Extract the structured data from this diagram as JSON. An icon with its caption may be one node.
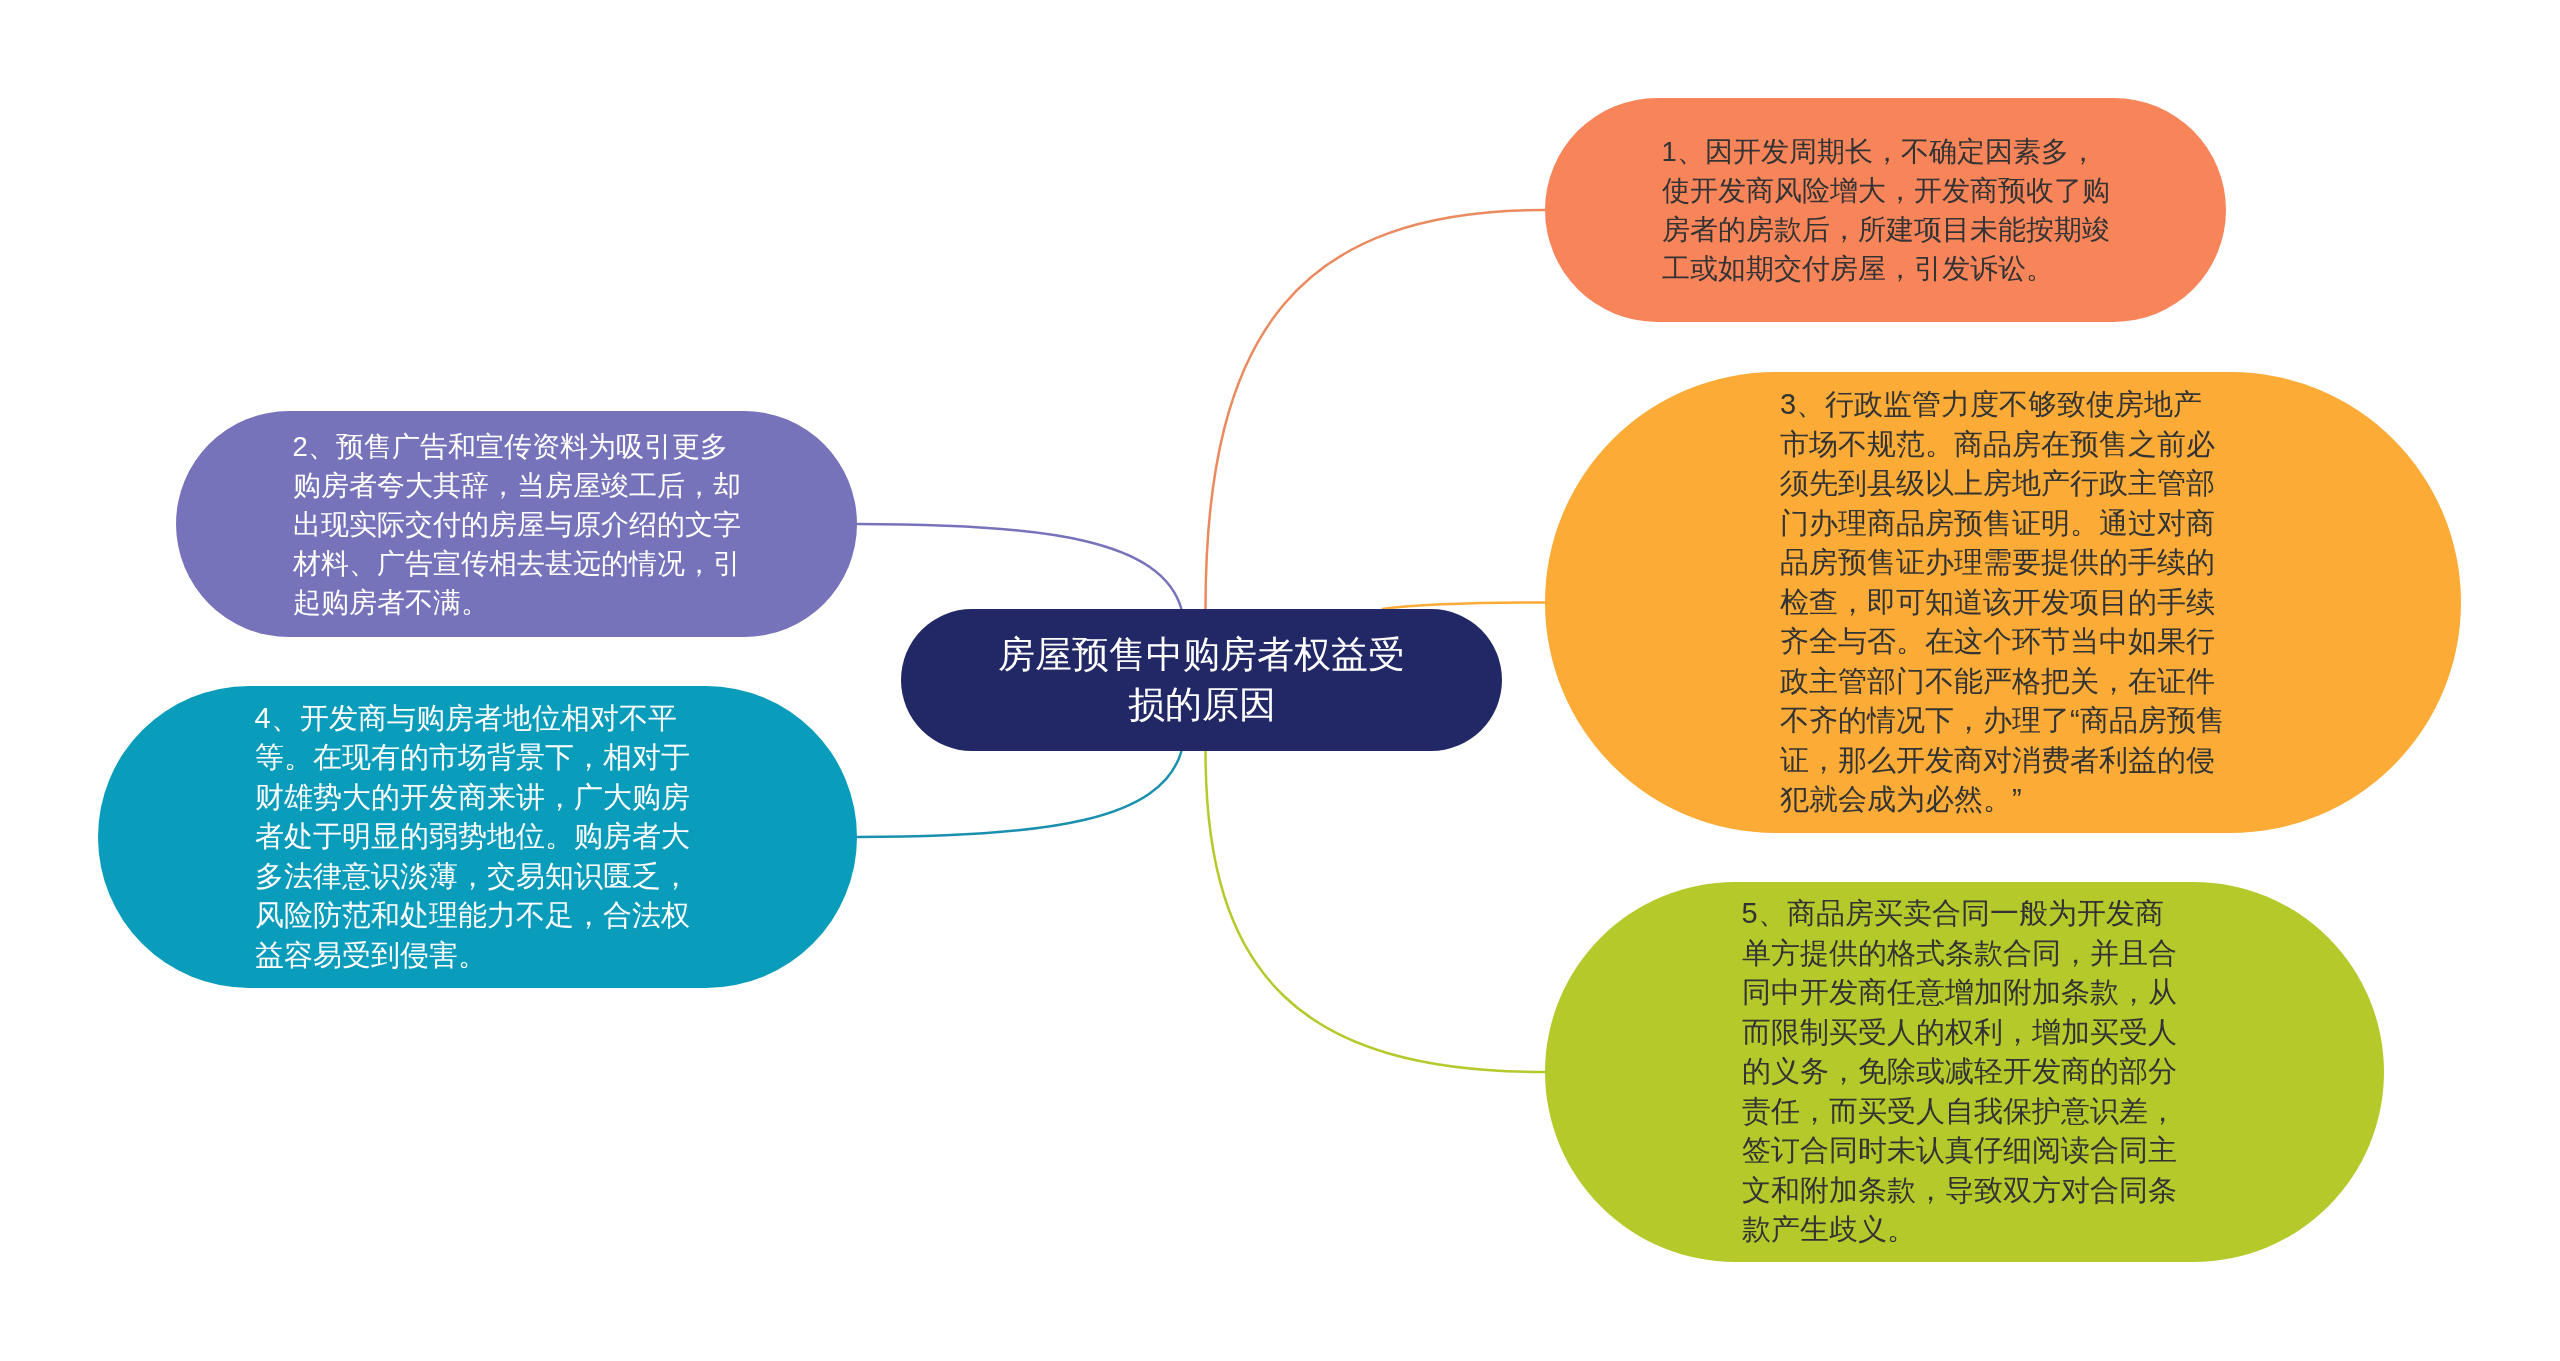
{
  "diagram": {
    "nodes": [
      {
        "text": [
          "房屋预售中购房者权益受损的原因"
        ]
      },
      {
        "text": [
          "1、因开发周期长，不确定因素多，使开发商风险增大，开发商预收了购房者的房款后，所建项目未能按期竣工或如期交付房屋，引发诉讼。"
        ]
      },
      {
        "text": [
          "2、预售广告和宣传资料为吸引更多购房者夸大其辞，当房屋竣工后，却出现实际交付的房屋与原介绍的文字材料、广告宣传相去甚远的情况，引起购房者不满。"
        ]
      },
      {
        "text": [
          "3、行政监管力度不够致使房地产市场不规范。商品房在预售之前必须先到县级以上房地产行政主管部门办理商品房预售证明。通过对商品房预售证办理需要提供的手续的检查，即可知道该开发项目的手续齐全与否。在这个环节当中如果行政主管部门不能严格把关，在证件不齐的情况下，办理了“商品房预售证，那么开发商对消费者利益的侵犯就会成为必然。”"
        ]
      },
      {
        "text": [
          "4、开发商与购房者地位相对不平等。在现有的市场背景下，相对于财雄势大的开发商来讲，广大购房者处于明显的弱势地位。购房者大多法律意识淡薄，交易知识匮乏，风险防范和处理能力不足，合法权益容易受到侵害。"
        ]
      },
      {
        "text": [
          "5、商品房买卖合同一般为开发商单方提供的格式条款合同，并且合同中开发商任意增加附加条款，从而限制买受人的权利，增加买受人的义务，免除或减轻开发商的部分责任，而买受人自我保护意识差，签订合同时未认真仔细阅读合同主文和附加条款，导致双方对合同条款产生歧义。"
        ]
      }
    ],
    "edges": [
      {
        "from": 0,
        "to": 1,
        "arrow": "none",
        "color": "#ec8a5f"
      },
      {
        "from": 0,
        "to": 2,
        "arrow": "none",
        "color": "#7673bb"
      },
      {
        "from": 0,
        "to": 3,
        "arrow": "none",
        "color": "#fbab36"
      },
      {
        "from": 0,
        "to": 4,
        "arrow": "none",
        "color": "#1a8fae"
      },
      {
        "from": 0,
        "to": 5,
        "arrow": "none",
        "color": "#b5c92b"
      }
    ]
  }
}
